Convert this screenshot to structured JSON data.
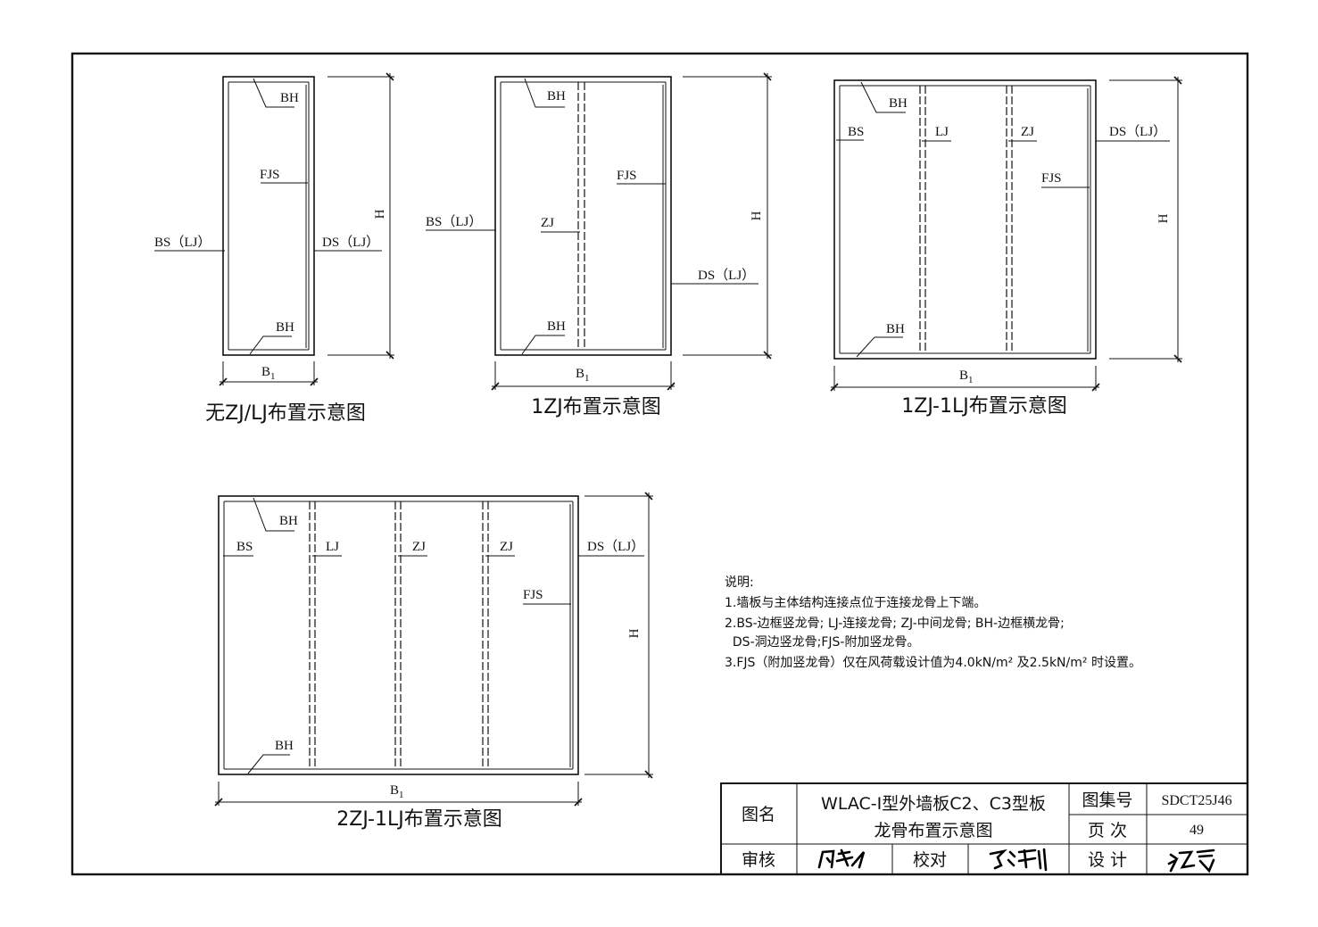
{
  "diagrams": [
    {
      "title": "无ZJ/LJ布置示意图",
      "labels": {
        "bh_top": "BH",
        "fjs": "FJS",
        "bs": "BS（LJ）",
        "ds": "DS（LJ）",
        "bh_bottom": "BH",
        "h": "H",
        "b": "B",
        "b_sub": "1"
      }
    },
    {
      "title": "1ZJ布置示意图",
      "labels": {
        "bh_top": "BH",
        "fjs": "FJS",
        "bs": "BS（LJ）",
        "zj": "ZJ",
        "ds": "DS（LJ）",
        "bh_bottom": "BH",
        "h": "H",
        "b": "B",
        "b_sub": "1"
      }
    },
    {
      "title": "1ZJ-1LJ布置示意图",
      "labels": {
        "bh_top": "BH",
        "bs": "BS",
        "lj": "LJ",
        "zj": "ZJ",
        "ds": "DS（LJ）",
        "fjs": "FJS",
        "bh_bottom": "BH",
        "h": "H",
        "b": "B",
        "b_sub": "1"
      }
    },
    {
      "title": "2ZJ-1LJ布置示意图",
      "labels": {
        "bh_top": "BH",
        "bs": "BS",
        "lj": "LJ",
        "zj1": "ZJ",
        "zj2": "ZJ",
        "ds": "DS（LJ）",
        "fjs": "FJS",
        "bh_bottom": "BH",
        "h": "H",
        "b": "B",
        "b_sub": "1"
      }
    }
  ],
  "notes": {
    "heading": "说明:",
    "lines": [
      "1.墙板与主体结构连接点位于连接龙骨上下端。",
      "2.BS-边框竖龙骨; LJ-连接龙骨; ZJ-中间龙骨; BH-边框横龙骨;",
      "  DS-洞边竖龙骨;FJS-附加竖龙骨。",
      "3.FJS（附加竖龙骨）仅在风荷载设计值为4.0kN/m² 及2.5kN/m² 时设置。"
    ]
  },
  "title_block": {
    "name_label": "图名",
    "name_line1": "WLAC-Ⅰ型外墙板C2、C3型板",
    "name_line2": "龙骨布置示意图",
    "atlas_label": "图集号",
    "atlas_value": "SDCT25J46",
    "page_label": "页 次",
    "page_value": "49",
    "review_label": "审核",
    "check_label": "校对",
    "design_label": "设 计"
  }
}
